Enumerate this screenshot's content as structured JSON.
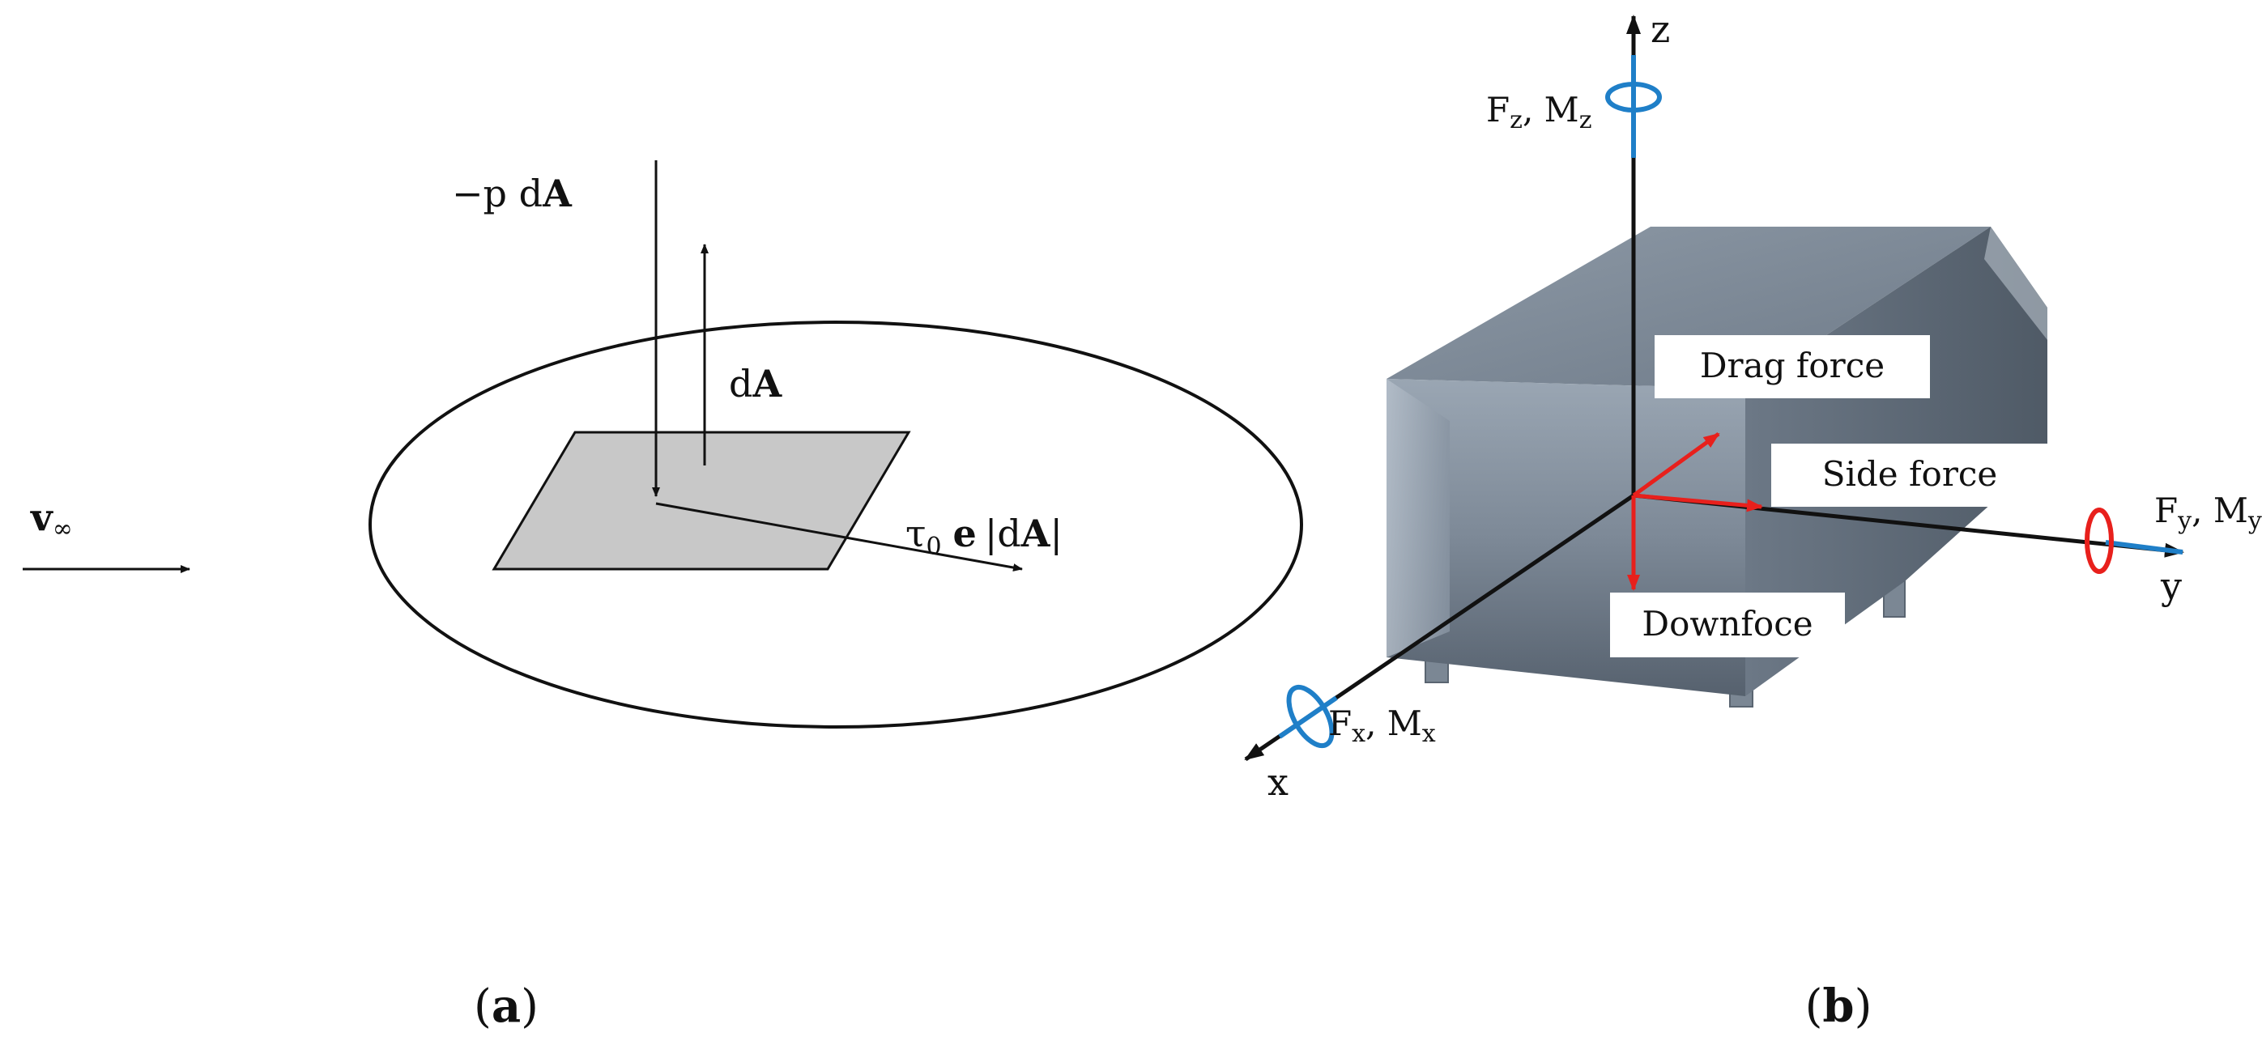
{
  "panel_a": {
    "caption": {
      "open": "(",
      "letter": "a",
      "close": ")"
    },
    "pressure_force": {
      "prefix": "−p d",
      "bold": "A"
    },
    "area_vector": {
      "prefix": "d",
      "bold": "A"
    },
    "shear_force": {
      "tau": "τ",
      "tau_sub": "0",
      "e": "e",
      "abs_open": "|d",
      "bold": "A",
      "abs_close": "|"
    },
    "freestream": {
      "v": "v",
      "sub": "∞"
    }
  },
  "panel_b": {
    "caption": {
      "open": "(",
      "letter": "b",
      "close": ")"
    },
    "axes": {
      "x": "x",
      "y": "y",
      "z": "z"
    },
    "moments": {
      "z": {
        "F": "F",
        "Fsub": "z",
        "sep": ", ",
        "M": "M",
        "Msub": "z"
      },
      "y": {
        "F": "F",
        "Fsub": "y",
        "sep": ", ",
        "M": "M",
        "Msub": "y"
      },
      "x": {
        "F": "F",
        "Fsub": "x",
        "sep": ", ",
        "M": "M",
        "Msub": "x"
      }
    },
    "force_labels": {
      "drag": "Drag force",
      "side": "Side force",
      "down": "Downfoce"
    }
  },
  "colors": {
    "axis": "#111111",
    "force_arrow": "#e8201c",
    "moment_blue": "#1f7fc8",
    "moment_red": "#e8201c",
    "body_dark": "#5f6b78",
    "body_light": "#9aa6b3",
    "surface_patch": "#c8c8c8"
  }
}
